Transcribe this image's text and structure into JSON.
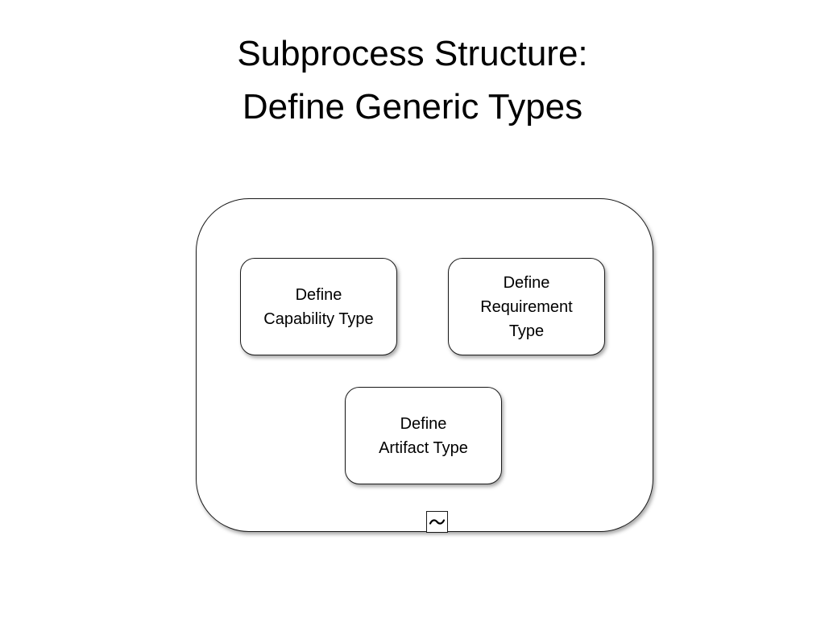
{
  "title": {
    "line1": "Subprocess Structure:",
    "line2": "Define Generic Types"
  },
  "subprocess": {
    "marker_icon": "tilde-icon",
    "tasks": [
      {
        "lines": [
          "Define",
          "Capability Type"
        ]
      },
      {
        "lines": [
          "Define",
          "Requirement",
          "Type"
        ]
      },
      {
        "lines": [
          "Define",
          "Artifact Type"
        ]
      }
    ]
  }
}
